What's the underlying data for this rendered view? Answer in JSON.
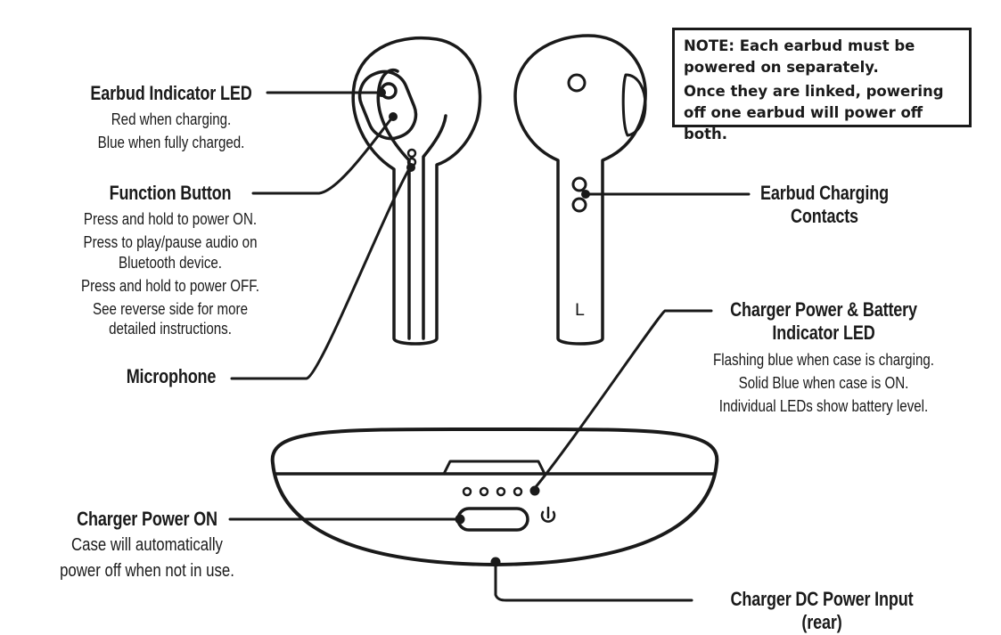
{
  "note": {
    "line1": "NOTE: Each earbud must be powered on separately.",
    "line2": "Once they are linked, powering off one earbud will power off both."
  },
  "labels": {
    "earbud_led": {
      "title": "Earbud Indicator LED",
      "lines": [
        "Red when charging.",
        "Blue when fully charged."
      ]
    },
    "function_button": {
      "title": "Function Button",
      "lines": [
        "Press and hold to power ON.",
        "Press to play/pause audio on",
        "Bluetooth device.",
        "Press and hold to power OFF.",
        "See reverse side for more",
        "detailed instructions."
      ]
    },
    "microphone": {
      "title": "Microphone"
    },
    "charging_contacts": {
      "title_line1": "Earbud Charging",
      "title_line2": "Contacts"
    },
    "charger_led": {
      "title_line1": "Charger Power & Battery",
      "title_line2": "Indicator LED",
      "lines": [
        "Flashing blue when case is charging.",
        "Solid Blue when case is ON.",
        "Individual LEDs show battery level."
      ]
    },
    "charger_power_on": {
      "title": "Charger Power ON",
      "lines": [
        "Case will automatically",
        "power off when not in use."
      ]
    },
    "dc_input": {
      "title": "Charger DC Power Input (rear)"
    }
  },
  "earbud_side_letter": "L",
  "icons": {
    "power": "power-icon"
  }
}
